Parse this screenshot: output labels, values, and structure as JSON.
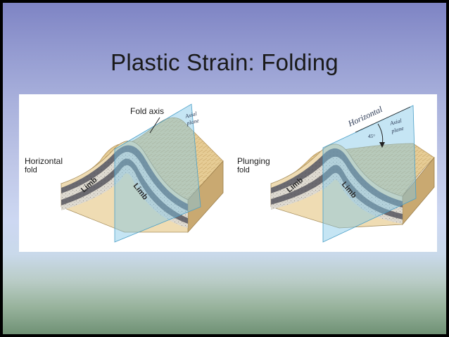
{
  "slide": {
    "title": "Plastic Strain: Folding"
  },
  "figure": {
    "left_panel": {
      "fold_label_line1": "Horizontal",
      "fold_label_line2": "fold",
      "fold_axis_label": "Fold axis",
      "axial_plane_line1": "Axial",
      "axial_plane_line2": "plane",
      "limb_left": "Limb",
      "limb_right": "Limb"
    },
    "right_panel": {
      "fold_label_line1": "Plunging",
      "fold_label_line2": "fold",
      "horizontal_label": "Horizontal",
      "angle_label": "45°",
      "axial_plane_line1": "Axial",
      "axial_plane_line2": "plane",
      "limb_left": "Limb",
      "limb_right": "Limb"
    }
  },
  "colors": {
    "axial_plane": "#7fc6e6",
    "sand": "#e8cf9a",
    "dark_stratum": "#6d6c72",
    "light_stratum": "#e0dcd3"
  }
}
